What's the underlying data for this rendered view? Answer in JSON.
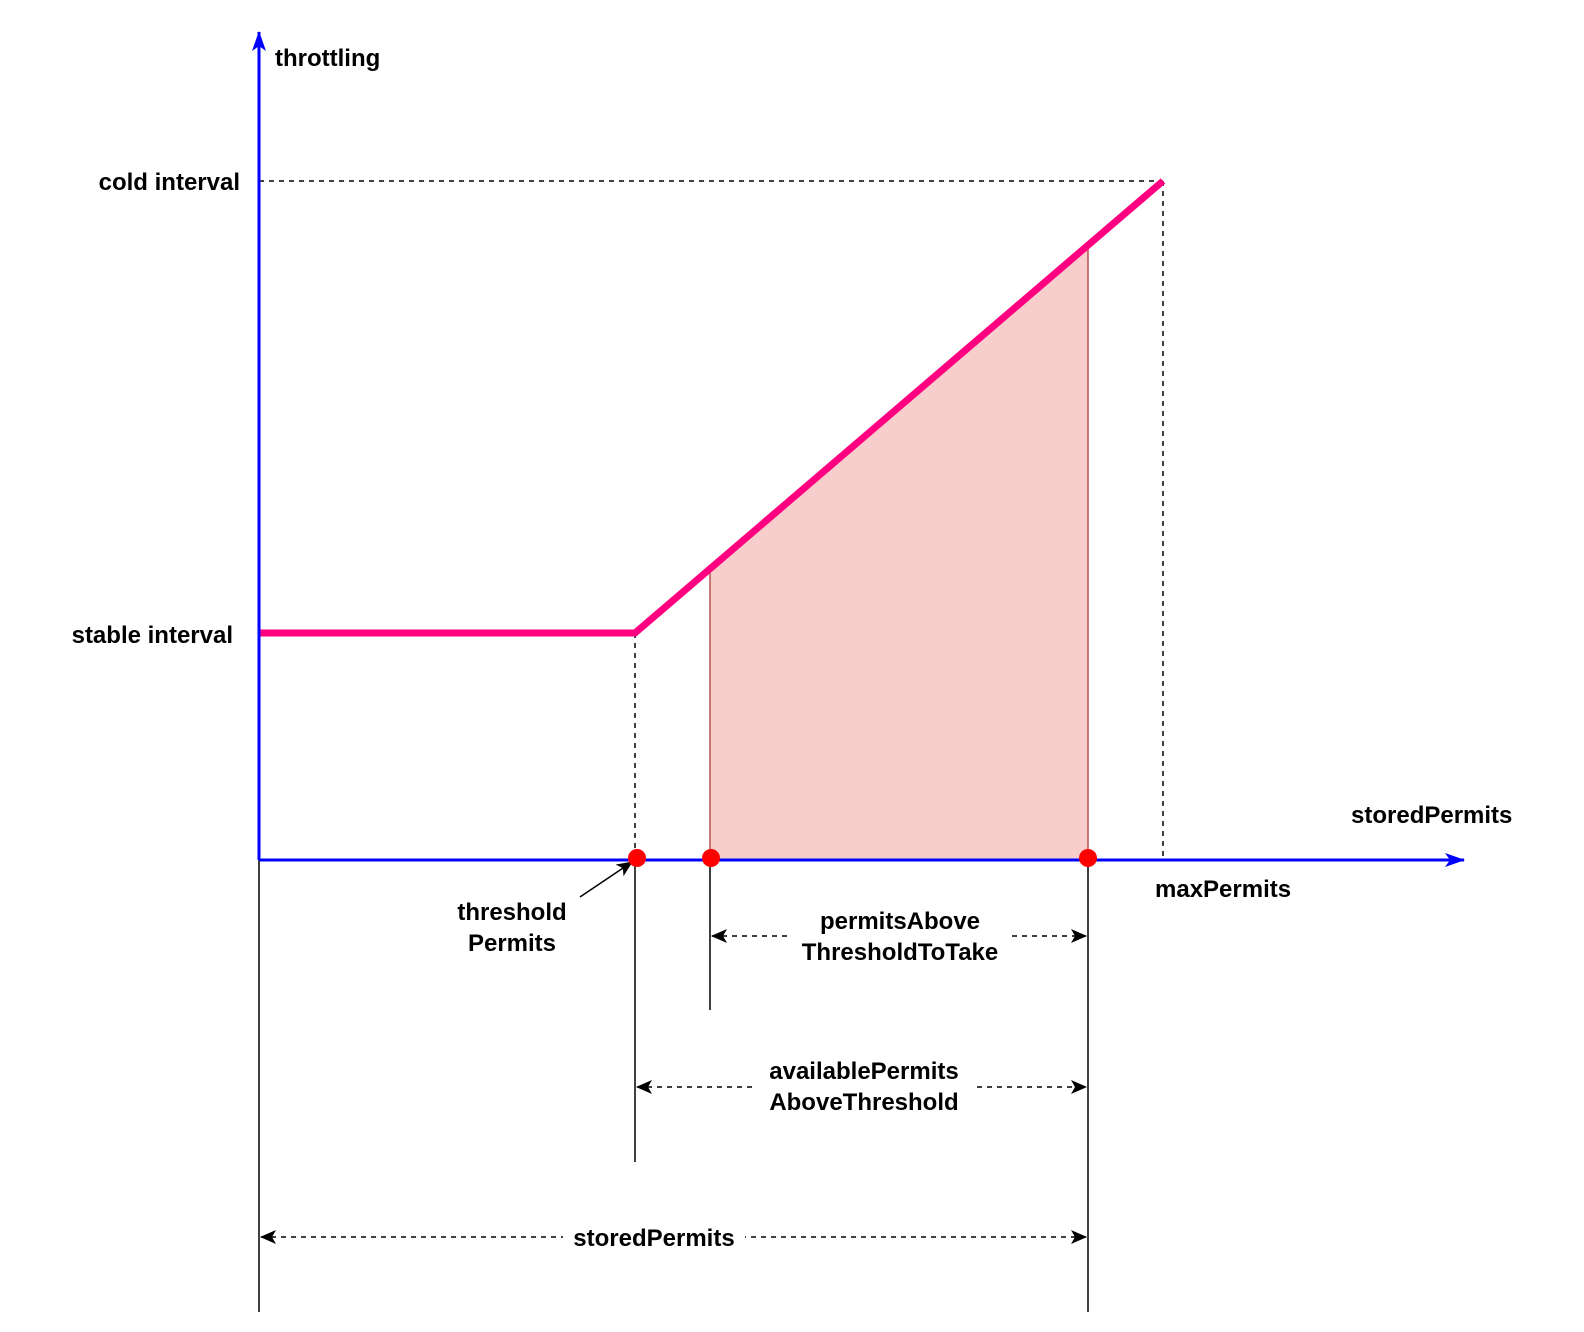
{
  "labels": {
    "y_axis": "throttling",
    "x_axis": "storedPermits",
    "cold_interval": "cold interval",
    "stable_interval": "stable interval",
    "max_permits": "maxPermits",
    "threshold_permits": [
      "threshold",
      "Permits"
    ],
    "permits_above_threshold_to_take": [
      "permitsAbove",
      "ThresholdToTake"
    ],
    "available_permits_above_threshold": [
      "availablePermits",
      "AboveThreshold"
    ],
    "stored_permits_span": "storedPermits"
  },
  "colors": {
    "axis": "#0000ff",
    "curve": "#ff0080",
    "area_fill": "#f8cecc",
    "area_edge": "#b85450",
    "marker": "#ff0000",
    "guide": "#000000"
  }
}
